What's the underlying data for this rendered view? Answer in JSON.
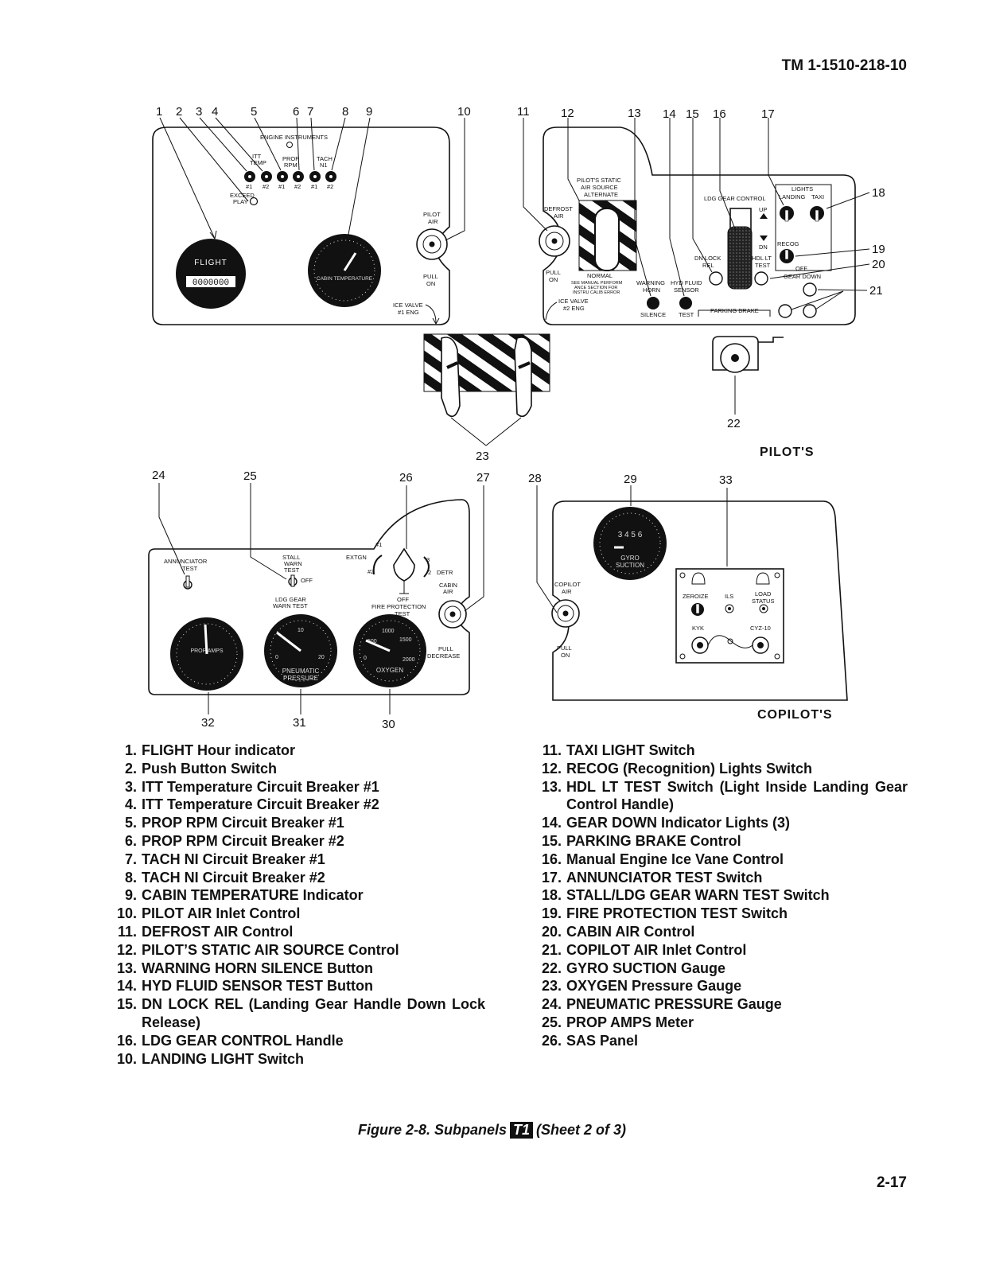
{
  "header": {
    "doc_id": "TM 1-1510-218-10"
  },
  "diagram": {
    "pilot_section_label": "PILOT'S",
    "copilot_section_label": "COPILOT'S",
    "callouts_top": [
      "1",
      "2",
      "3",
      "4",
      "5",
      "6",
      "7",
      "8",
      "9",
      "10",
      "11",
      "12",
      "13",
      "14",
      "15",
      "16",
      "17",
      "18",
      "19",
      "20",
      "21",
      "22",
      "23"
    ],
    "callouts_bottom": [
      "24",
      "25",
      "26",
      "27",
      "28",
      "29",
      "33",
      "30",
      "31",
      "32"
    ],
    "panel_text": {
      "engine_instruments": "ENGINE INSTRUMENTS",
      "itt_temp": [
        "ITT",
        "TEMP"
      ],
      "prop_rpm": [
        "PROP",
        "RPM"
      ],
      "tach_n1": [
        "TACH",
        "N1"
      ],
      "cb_labels": [
        "#1",
        "#2",
        "#1",
        "#2",
        "#1",
        "#2"
      ],
      "exceed_play": [
        "EXCEED",
        "PLAY"
      ],
      "flight": "FLIGHT",
      "hour_counter": "0000000",
      "cabin_temperature": "CABIN TEMPERATURE",
      "pilot_air": [
        "PILOT",
        "AIR"
      ],
      "pull_on": [
        "PULL",
        "ON"
      ],
      "ice_valve_1": [
        "ICE VALVE",
        "#1 ENG"
      ],
      "defrost_air": [
        "DEFROST",
        "AIR"
      ],
      "static_air": [
        "PILOT'S STATIC",
        "AIR SOURCE",
        "ALTERNATE"
      ],
      "normal": "NORMAL",
      "see_manual": [
        "SEE MANUAL PERFORM",
        "ANCE SECTION FOR",
        "INSTRU CALIB ERROR"
      ],
      "ice_valve_2": [
        "ICE VALVE",
        "#2 ENG"
      ],
      "warning_horn": [
        "WARNING",
        "HORN"
      ],
      "silence": "SILENCE",
      "hyd_fluid": [
        "HYD FLUID",
        "SENSOR"
      ],
      "test": "TEST",
      "ldg_gear_control": "LDG GEAR CONTROL",
      "up": "UP",
      "dn": "DN",
      "dn_lock_rel": [
        "DN LOCK",
        "REL"
      ],
      "hdl_lt_test": [
        "HDL LT",
        "TEST"
      ],
      "lights": "LIGHTS",
      "landing": "LANDING",
      "taxi": "TAXI",
      "recog": "RECOG",
      "off": "OFF",
      "gear_down": "GEAR DOWN",
      "parking_brake": "PARKING BRAKE",
      "annunciator_test": [
        "ANNUNCIATOR",
        "TEST"
      ],
      "stall_warn_test": [
        "STALL",
        "WARN",
        "TEST"
      ],
      "ldg_gear_warn_test": [
        "LDG GEAR",
        "WARN TEST"
      ],
      "extgn": "EXTGN",
      "detr": "DETR",
      "fire_protection_test": [
        "FIRE PROTECTION",
        "TEST"
      ],
      "cabin_air": [
        "CABIN",
        "AIR"
      ],
      "pull_decrease": [
        "PULL",
        "DECREASE"
      ],
      "prop_amps": "PROP AMPS",
      "pneumatic_pressure": [
        "PNEUMATIC",
        "PRESSURE"
      ],
      "oxygen": "OXYGEN",
      "oxygen_scale": [
        "500",
        "1000",
        "1500",
        "2000",
        "0"
      ],
      "pneu_scale": [
        "0",
        "10",
        "20"
      ],
      "copilot_air": [
        "COPILOT",
        "AIR"
      ],
      "gyro_suction": [
        "GYRO",
        "SUCTION"
      ],
      "gyro_scale": "3 4 5 6",
      "zeroize": "ZEROIZE",
      "ils": "ILS",
      "load_status": [
        "LOAD",
        "STATUS"
      ],
      "kyk": "KYK",
      "cyz10": "CYZ-10"
    }
  },
  "legend_left": [
    {
      "num": "1.",
      "text": "FLIGHT Hour indicator"
    },
    {
      "num": "2.",
      "text": "Push Button Switch"
    },
    {
      "num": "3.",
      "text": "ITT Temperature Circuit Breaker #1"
    },
    {
      "num": "4.",
      "text": "ITT Temperature Circuit Breaker #2"
    },
    {
      "num": "5.",
      "text": "PROP RPM Circuit Breaker #1"
    },
    {
      "num": "6.",
      "text": "PROP RPM Circuit Breaker #2"
    },
    {
      "num": "7.",
      "text": "TACH NI Circuit Breaker #1"
    },
    {
      "num": "8.",
      "text": "TACH NI Circuit Breaker #2"
    },
    {
      "num": "9.",
      "text": "CABIN TEMPERATURE Indicator"
    },
    {
      "num": "10.",
      "text": "PILOT AIR Inlet Control"
    },
    {
      "num": "11.",
      "text": "DEFROST AIR Control"
    },
    {
      "num": "12.",
      "text": "PILOT’S STATIC AIR SOURCE Control"
    },
    {
      "num": "13.",
      "text": "WARNING HORN SILENCE Button"
    },
    {
      "num": "14.",
      "text": "HYD FLUID SENSOR TEST Button"
    },
    {
      "num": "15.",
      "text": "DN LOCK REL (Landing Gear Handle Down Lock Release)"
    },
    {
      "num": "16.",
      "text": "LDG GEAR CONTROL Handle"
    },
    {
      "num": "10.",
      "text": "LANDING LIGHT Switch"
    }
  ],
  "legend_right": [
    {
      "num": "11.",
      "text": "TAXI LIGHT Switch"
    },
    {
      "num": "12.",
      "text": "RECOG (Recognition) Lights Switch"
    },
    {
      "num": "13.",
      "text": "HDL LT TEST Switch (Light Inside Landing Gear Control Handle)"
    },
    {
      "num": "14.",
      "text": "GEAR DOWN Indicator Lights (3)"
    },
    {
      "num": "15.",
      "text": "PARKING BRAKE Control"
    },
    {
      "num": "16.",
      "text": "Manual Engine Ice Vane Control"
    },
    {
      "num": "17.",
      "text": "ANNUNCIATOR TEST Switch"
    },
    {
      "num": "18.",
      "text": "STALL/LDG GEAR WARN TEST Switch"
    },
    {
      "num": "19.",
      "text": "FIRE PROTECTION TEST Switch"
    },
    {
      "num": "20.",
      "text": "CABIN AIR Control"
    },
    {
      "num": "21.",
      "text": "COPILOT AIR Inlet Control"
    },
    {
      "num": "22.",
      "text": "GYRO SUCTION Gauge"
    },
    {
      "num": "23.",
      "text": "OXYGEN Pressure Gauge"
    },
    {
      "num": "24.",
      "text": "PNEUMATIC PRESSURE Gauge"
    },
    {
      "num": "25.",
      "text": "PROP AMPS Meter"
    },
    {
      "num": "26.",
      "text": "SAS Panel"
    }
  ],
  "caption": {
    "prefix": "Figure 2-8.  Subpanels",
    "badge": "T1",
    "suffix": "(Sheet 2 of 3)"
  },
  "footer": {
    "page_number": "2-17"
  }
}
